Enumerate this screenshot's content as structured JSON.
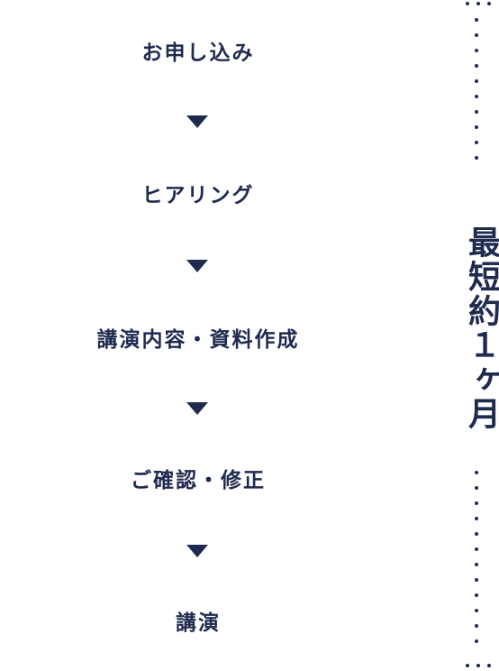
{
  "steps": [
    {
      "label": "お申し込み"
    },
    {
      "label": "ヒアリング"
    },
    {
      "label": "講演内容・資料作成"
    },
    {
      "label": "ご確認・修正"
    },
    {
      "label": "講演"
    }
  ],
  "duration_label": "最短約１ヶ月",
  "colors": {
    "text": "#1f2a4f",
    "background": "#ffffff"
  },
  "icons": {
    "arrow": "triangle-down-icon",
    "dots": "dotted-line"
  }
}
